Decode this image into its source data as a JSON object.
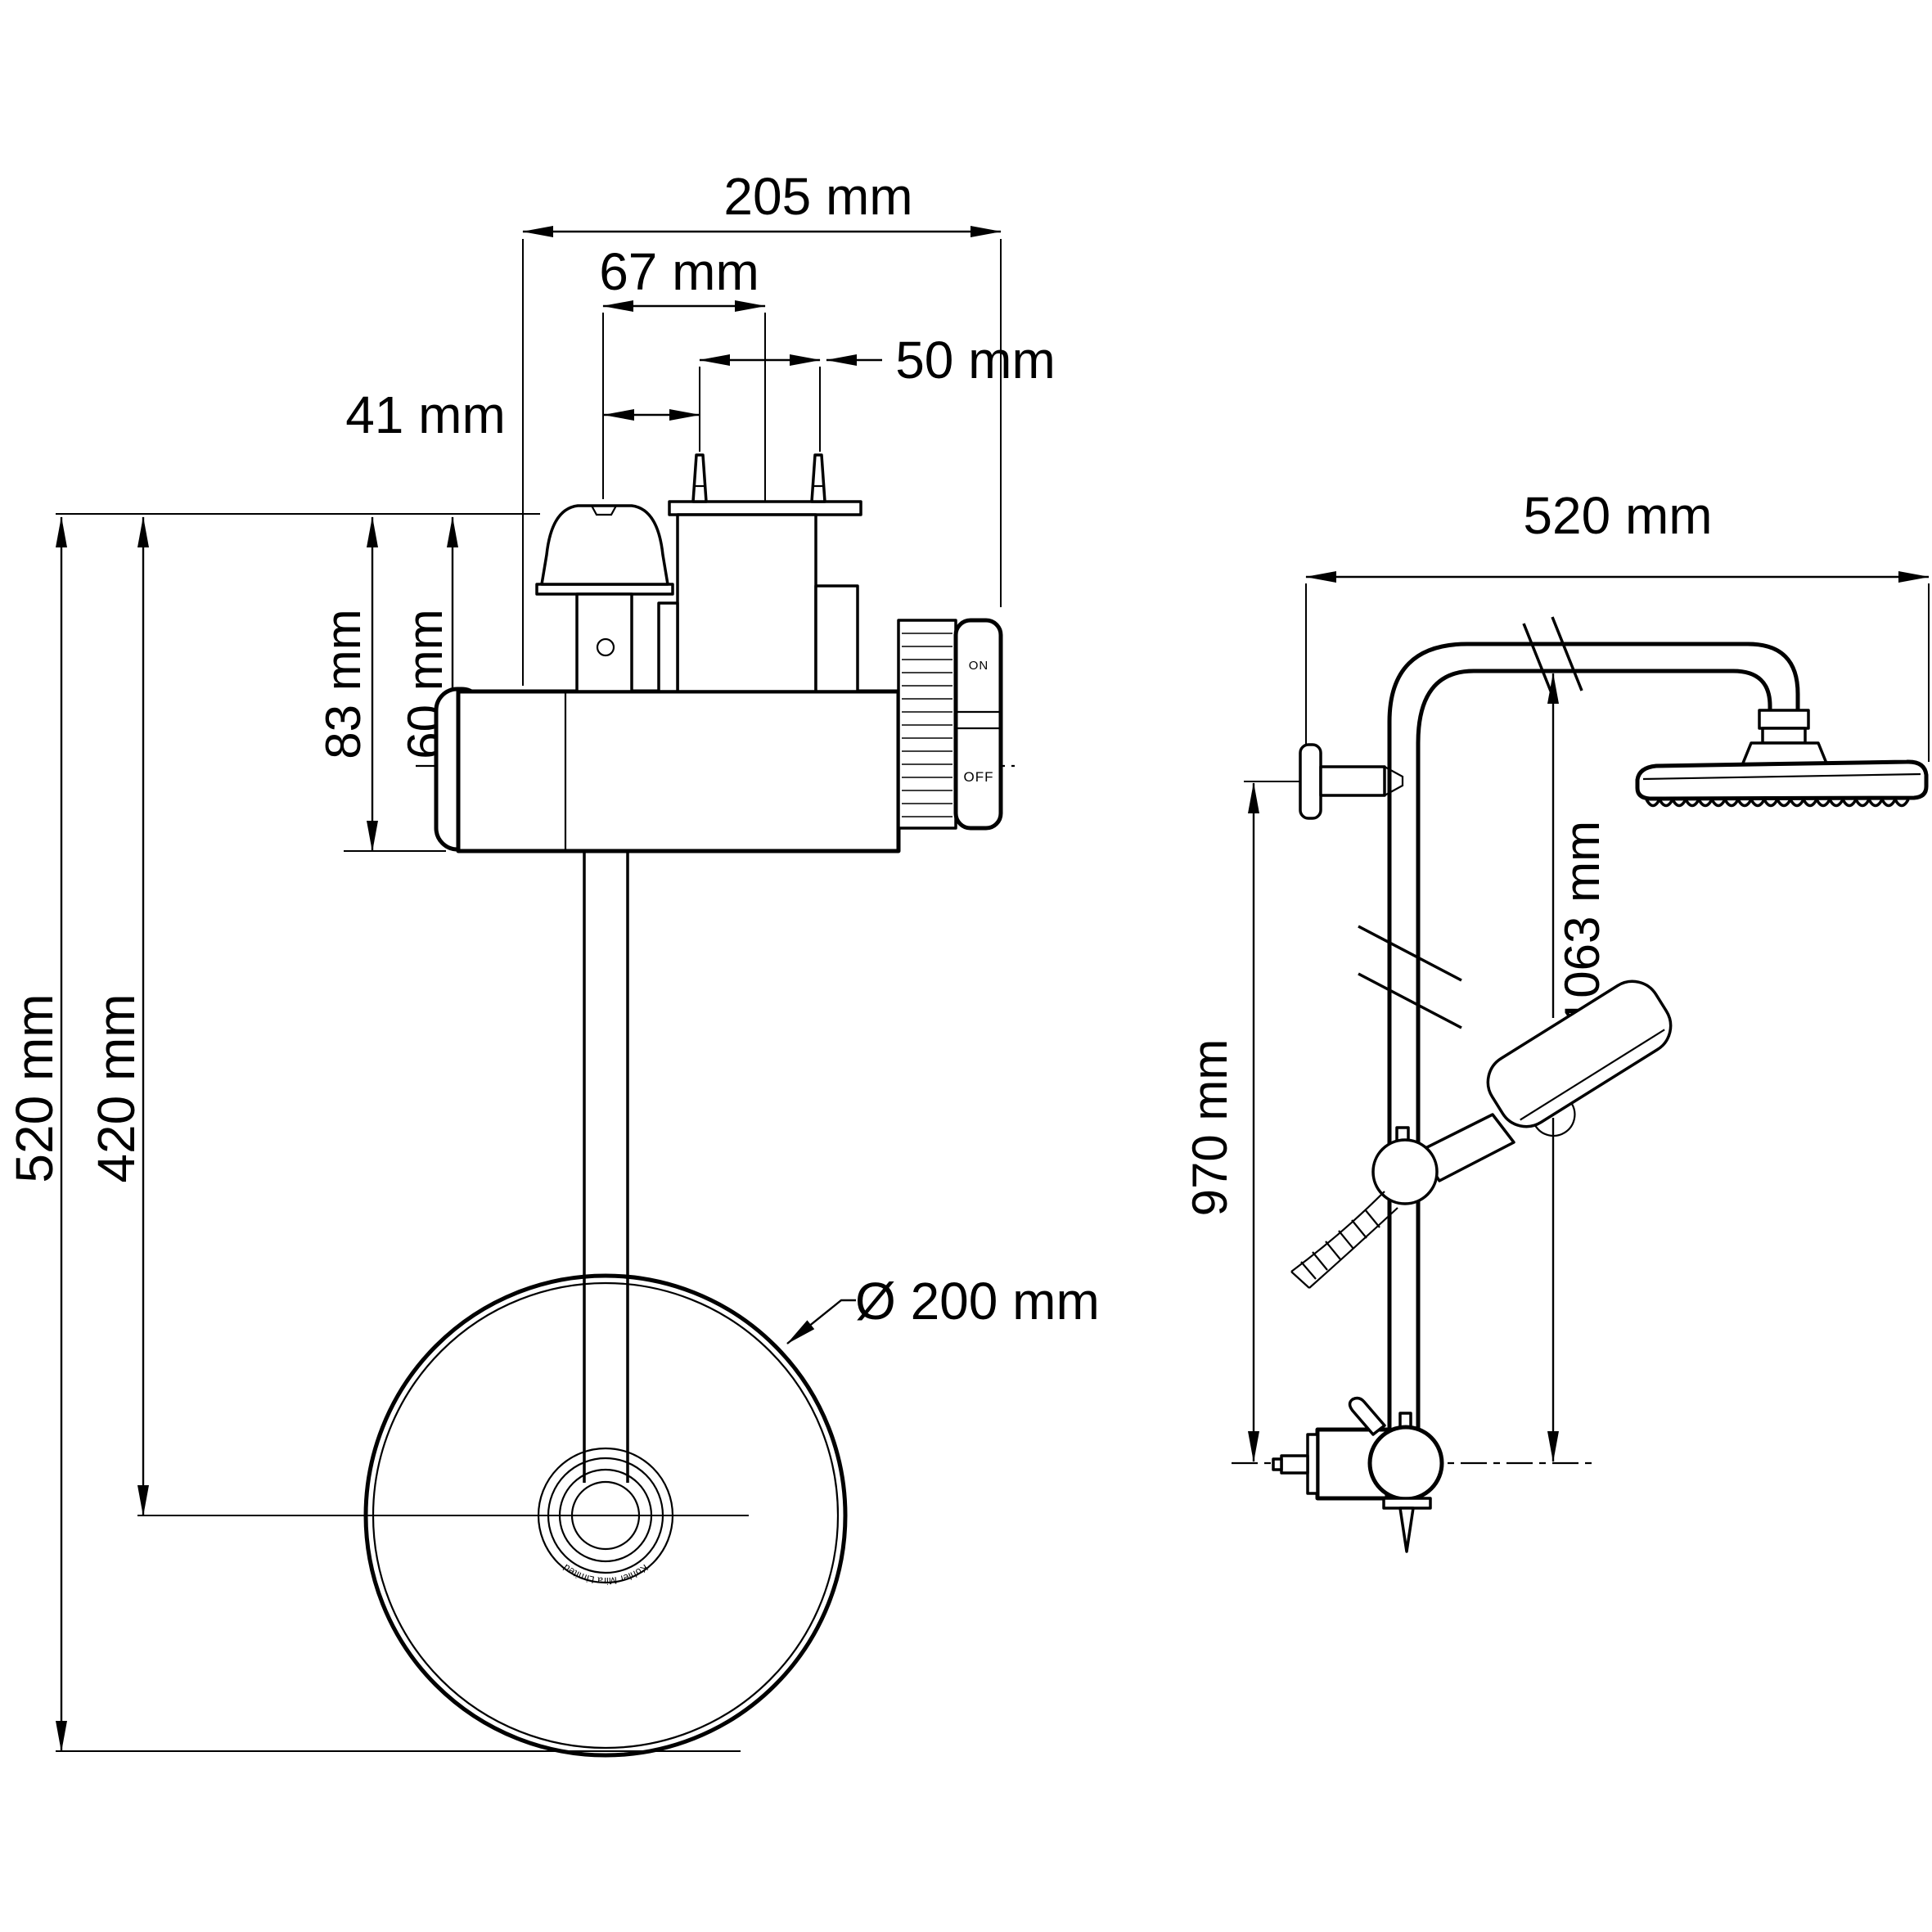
{
  "front_view": {
    "dims": {
      "overall_width": "205 mm",
      "outlet_to_block": "67 mm",
      "inlet_spacing": "50 mm",
      "outlet_offset": "41 mm",
      "body_height": "83 mm",
      "centerline_height": "60 mm",
      "overall_height": "520 mm",
      "head_drop": "420 mm",
      "head_diameter": "Ø 200 mm"
    },
    "control_knob": {
      "on": "ON",
      "off": "OFF"
    },
    "hub_brand_text": "Kohler Mira Limited"
  },
  "side_view": {
    "dims": {
      "arm_reach": "520 mm",
      "rail_top_height": "1063 mm",
      "bracket_height": "970 mm"
    }
  },
  "colors": {
    "ink": "#000000",
    "paper": "#ffffff"
  }
}
